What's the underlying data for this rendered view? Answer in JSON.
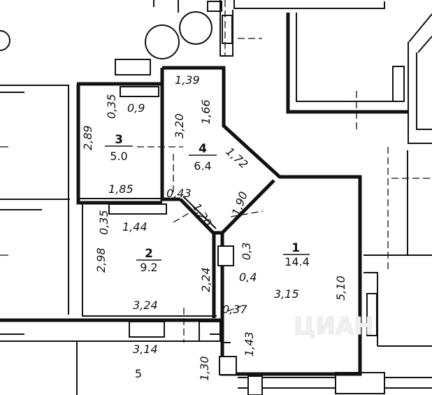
{
  "rooms": [
    {
      "id": "1",
      "number": "1",
      "area": "14.4"
    },
    {
      "id": "2",
      "number": "2",
      "area": "9.2"
    },
    {
      "id": "3",
      "number": "3",
      "area": "5.0"
    },
    {
      "id": "4",
      "number": "4",
      "area": "6.4"
    },
    {
      "id": "5",
      "number": "5"
    }
  ],
  "dimensions": {
    "d_139": "1,39",
    "d_166": "1,66",
    "d_320": "3,20",
    "d_172": "1,72",
    "d_035a": "0,35",
    "d_09": "0,9",
    "d_289": "2,89",
    "d_185": "1,85",
    "d_043": "0,43",
    "d_120": "1,20",
    "d_190": "1,90",
    "d_035b": "0,35",
    "d_144": "1,44",
    "d_298": "2,98",
    "d_224": "2,24",
    "d_324": "3,24",
    "d_03": "0,3",
    "d_04": "0,4",
    "d_315": "3,15",
    "d_510": "5,10",
    "d_037": "0,37",
    "d_143": "1,43",
    "d_314": "3,14",
    "d_130": "1,30"
  },
  "watermark": "ЦИАН"
}
